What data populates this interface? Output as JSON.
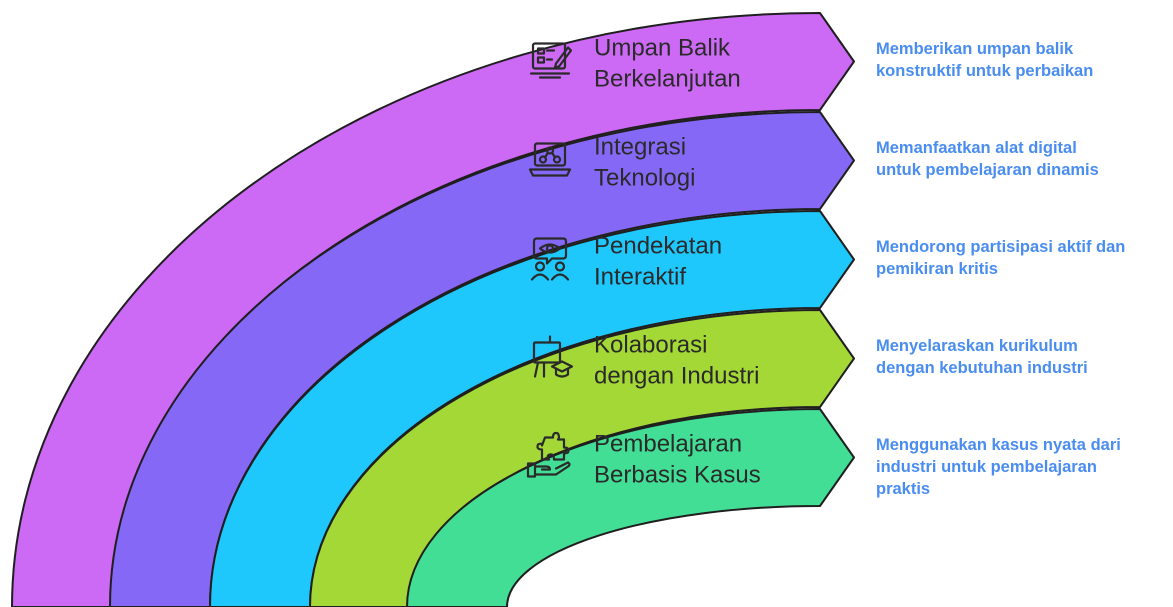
{
  "accent_text_color": "#4a8df0",
  "stages": [
    {
      "title_lines": [
        "Umpan Balik",
        "Berkelanjutan"
      ],
      "description_lines": [
        "Memberikan umpan balik",
        "konstruktif untuk perbaikan"
      ],
      "color": "#cc69f5",
      "icon": "monitor-feedback-icon"
    },
    {
      "title_lines": [
        "Integrasi",
        "Teknologi"
      ],
      "description_lines": [
        "Memanfaatkan alat digital",
        "untuk pembelajaran dinamis"
      ],
      "color": "#8668f7",
      "icon": "laptop-network-icon"
    },
    {
      "title_lines": [
        "Pendekatan",
        "Interaktif"
      ],
      "description_lines": [
        "Mendorong partisipasi aktif dan",
        "pemikiran kritis"
      ],
      "color": "#1ec8fd",
      "icon": "eye-people-icon"
    },
    {
      "title_lines": [
        "Kolaborasi",
        "dengan Industri"
      ],
      "description_lines": [
        "Menyelaraskan kurikulum",
        "dengan kebutuhan industri"
      ],
      "color": "#a4d836",
      "icon": "easel-graduation-icon"
    },
    {
      "title_lines": [
        "Pembelajaran",
        "Berbasis Kasus"
      ],
      "description_lines": [
        "Menggunakan kasus nyata dari",
        "industri untuk pembelajaran",
        "praktis"
      ],
      "color": "#43de96",
      "icon": "hand-puzzle-icon"
    }
  ]
}
